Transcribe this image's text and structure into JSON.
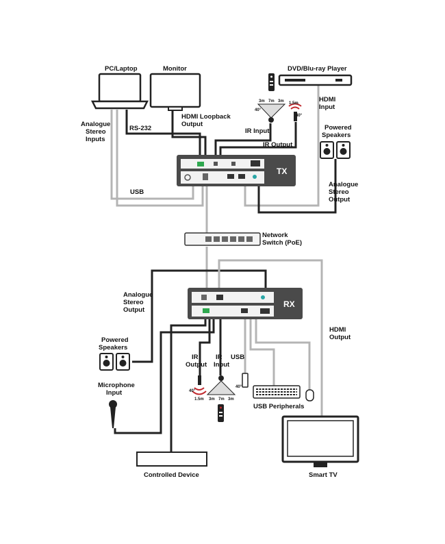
{
  "labels": {
    "pc_laptop": "PC/Laptop",
    "monitor": "Monitor",
    "dvd_player": "DVD/Blu-ray Player",
    "analogue_in_1": "Analogue",
    "analogue_in_2": "Stereo",
    "analogue_in_3": "Inputs",
    "rs232": "RS-232",
    "hdmi_loop_1": "HDMI Loopback",
    "hdmi_loop_2": "Output",
    "ir_input_tx": "IR Input",
    "ir_output_tx": "IR Output",
    "hdmi_input_1": "HDMI",
    "hdmi_input_2": "Input",
    "powered_speakers_tx_1": "Powered",
    "powered_speakers_tx_2": "Speakers",
    "usb_tx": "USB",
    "analogue_out_tx_1": "Analogue",
    "analogue_out_tx_2": "Stereo",
    "analogue_out_tx_3": "Output",
    "network_switch_1": "Network",
    "network_switch_2": "Switch (PoE)",
    "analogue_out_rx_1": "Analogue",
    "analogue_out_rx_2": "Stereo",
    "analogue_out_rx_3": "Output",
    "hdmi_output_1": "HDMI",
    "hdmi_output_2": "Output",
    "powered_speakers_rx_1": "Powered",
    "powered_speakers_rx_2": "Speakers",
    "ir_output_rx_1": "IR",
    "ir_output_rx_2": "Output",
    "ir_input_rx_1": "IR",
    "ir_input_rx_2": "Input",
    "usb_rx": "USB",
    "microphone_1": "Microphone",
    "microphone_2": "Input",
    "usb_peripherals": "USB Peripherals",
    "controlled_device": "Controlled Device",
    "smart_tv": "Smart TV"
  },
  "devices": {
    "tx": "TX",
    "rx": "RX"
  },
  "ir_range": {
    "near": "3m",
    "mid": "7m",
    "far": "3m",
    "angle": "40°",
    "emitter_range": "1.5m"
  }
}
